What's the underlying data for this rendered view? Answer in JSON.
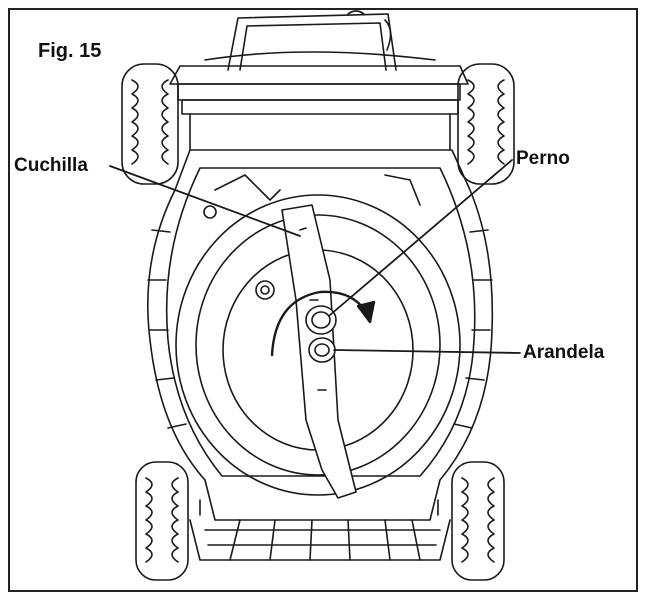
{
  "figure": {
    "label": "Fig. 15"
  },
  "callouts": {
    "blade": "Cuchilla",
    "bolt": "Perno",
    "washer": "Arandela"
  },
  "colors": {
    "line": "#1a1a1a",
    "background": "#ffffff"
  }
}
